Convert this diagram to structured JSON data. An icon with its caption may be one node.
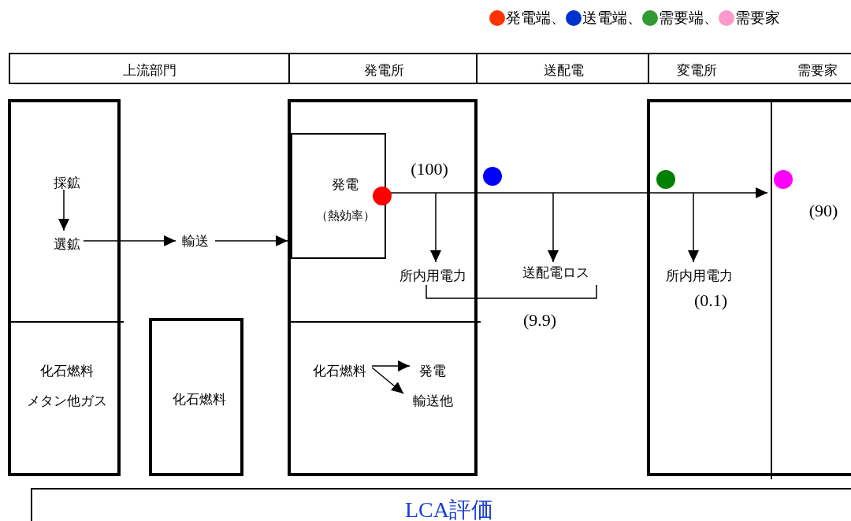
{
  "diagram": {
    "nodes": [
      {
        "text": [
          "上流部門"
        ]
      },
      {
        "text": [
          "発電所"
        ]
      },
      {
        "text": [
          "送配電"
        ]
      },
      {
        "text": [
          "変電所",
          "需要家"
        ]
      },
      {
        "text": [],
        "shape": "box"
      },
      {
        "text": [
          "採鉱"
        ],
        "in": 4
      },
      {
        "text": [
          "選鉱"
        ],
        "in": 4
      },
      {
        "text": [
          "化石燃料",
          "メタン他ガス"
        ],
        "in": 4
      },
      {
        "text": [
          "輸送"
        ]
      },
      {
        "text": [
          "化石燃料"
        ]
      },
      {
        "text": [],
        "shape": "box"
      },
      {
        "text": [
          "発電",
          "（熱効率）"
        ],
        "in": 10
      },
      {
        "text": [],
        "shape": "circle",
        "in": 10
      },
      {
        "text": [
          "所内用電力"
        ],
        "in": 10
      },
      {
        "text": [],
        "shape": "box",
        "in": 10
      },
      {
        "text": [
          "化石燃料"
        ],
        "in": 14
      },
      {
        "text": [
          "発電"
        ],
        "in": 14
      },
      {
        "text": [
          "輸送他"
        ],
        "in": 14
      },
      {
        "text": [],
        "shape": "circle"
      },
      {
        "text": [
          "送配電ロス"
        ]
      },
      {
        "text": [],
        "shape": "box"
      },
      {
        "text": [],
        "shape": "circle",
        "in": 20
      },
      {
        "text": [
          "所内用電力"
        ],
        "in": 20
      },
      {
        "text": [],
        "shape": "box",
        "in": 20
      },
      {
        "text": [],
        "shape": "circle",
        "in": 23
      },
      {
        "text": [
          "LCA評価"
        ]
      }
    ],
    "edges": [
      {
        "from": 5,
        "to": 6,
        "arrow": "to"
      },
      {
        "from": 6,
        "to": 8,
        "arrow": "to"
      },
      {
        "from": 8,
        "to": 11,
        "arrow": "to"
      },
      {
        "from": 12,
        "to": 23,
        "arrow": "to"
      },
      {
        "from": null,
        "to": 13,
        "arrow": "to"
      },
      {
        "from": null,
        "to": 19,
        "arrow": "to"
      },
      {
        "from": null,
        "to": 22,
        "arrow": "to"
      },
      {
        "from": 15,
        "to": 16,
        "arrow": "to"
      },
      {
        "from": 15,
        "to": 17,
        "arrow": "to"
      }
    ],
    "labels": [
      "(100)",
      "(90)",
      "(9.9)",
      "(0.1)"
    ],
    "legend": [
      {
        "text": "発電端、",
        "color": "#ff3300"
      },
      {
        "text": "送電端、",
        "color": "#0033cc"
      },
      {
        "text": "需要端、",
        "color": "#339933"
      },
      {
        "text": "需要家",
        "color": "#ff99cc"
      }
    ]
  }
}
